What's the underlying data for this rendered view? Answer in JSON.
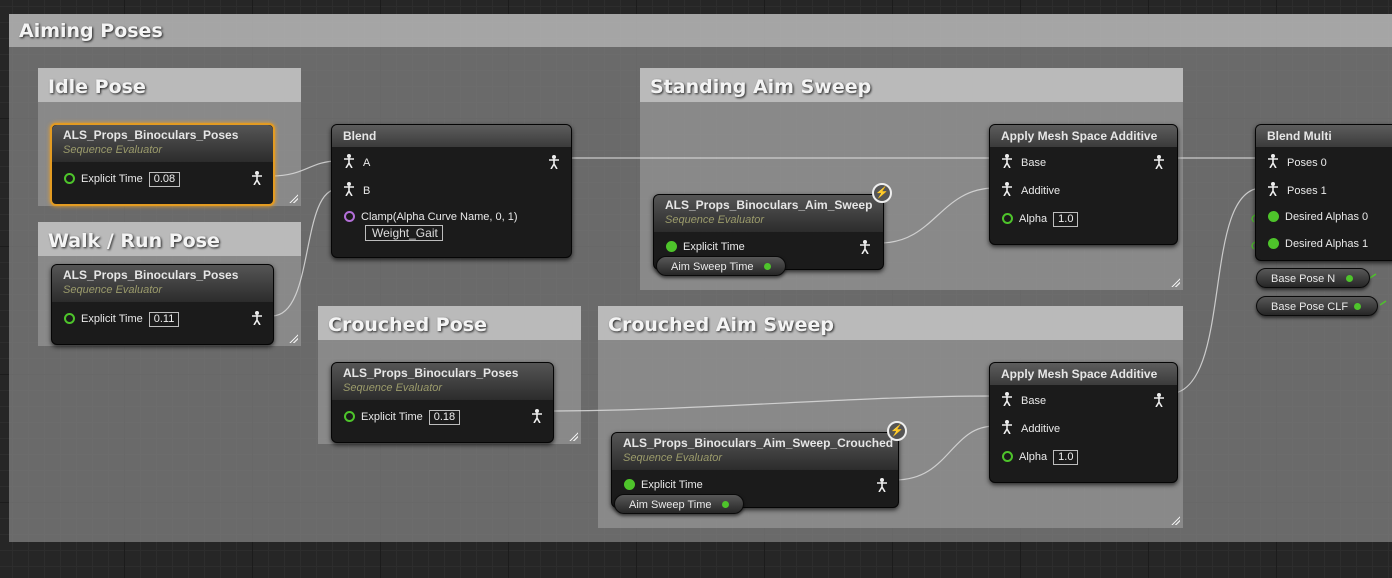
{
  "comments": {
    "outer": "Aiming Poses",
    "idle": "Idle Pose",
    "walk": "Walk / Run Pose",
    "crouched_pose": "Crouched Pose",
    "standing_aim": "Standing Aim Sweep",
    "crouched_aim": "Crouched Aim Sweep"
  },
  "nodes": {
    "idle_seq": {
      "title": "ALS_Props_Binoculars_Poses",
      "subtitle": "Sequence Evaluator",
      "pin": "Explicit Time",
      "value": "0.08"
    },
    "walk_seq": {
      "title": "ALS_Props_Binoculars_Poses",
      "subtitle": "Sequence Evaluator",
      "pin": "Explicit Time",
      "value": "0.11"
    },
    "crouch_seq": {
      "title": "ALS_Props_Binoculars_Poses",
      "subtitle": "Sequence Evaluator",
      "pin": "Explicit Time",
      "value": "0.18"
    },
    "blend": {
      "title": "Blend",
      "pin_a": "A",
      "pin_b": "B",
      "alpha_label": "Clamp(Alpha Curve Name, 0, 1)",
      "alpha_value": "Weight_Gait"
    },
    "aim_sweep": {
      "title": "ALS_Props_Binoculars_Aim_Sweep",
      "subtitle": "Sequence Evaluator",
      "pin": "Explicit Time"
    },
    "aim_sweep_crouched": {
      "title": "ALS_Props_Binoculars_Aim_Sweep_Crouched",
      "subtitle": "Sequence Evaluator",
      "pin": "Explicit Time"
    },
    "additive_stand": {
      "title": "Apply Mesh Space Additive",
      "base": "Base",
      "additive": "Additive",
      "alpha": "Alpha",
      "alpha_value": "1.0"
    },
    "additive_crouch": {
      "title": "Apply Mesh Space Additive",
      "base": "Base",
      "additive": "Additive",
      "alpha": "Alpha",
      "alpha_value": "1.0"
    },
    "blend_multi": {
      "title": "Blend Multi",
      "poses0": "Poses 0",
      "poses1": "Poses 1",
      "alphas0": "Desired Alphas 0",
      "alphas1": "Desired Alphas 1"
    }
  },
  "variables": {
    "aim_sweep_time_1": "Aim Sweep Time",
    "aim_sweep_time_2": "Aim Sweep Time",
    "base_pose_n": "Base Pose N",
    "base_pose_clf": "Base Pose CLF"
  },
  "colors": {
    "selection": "#e39b22",
    "float_pin": "#4ec42b",
    "name_pin": "#b36fd8",
    "wire": "#e0e0e0"
  }
}
